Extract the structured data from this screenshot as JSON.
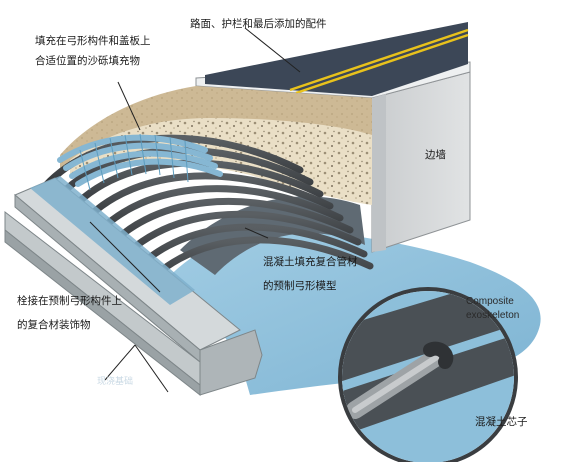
{
  "labels": {
    "fill_line1": "填充在弓形构件和盖板上",
    "fill_line2": "合适位置的沙砾填充物",
    "road": "路面、护栏和最后添加的配件",
    "wall": "边墙",
    "concrete_line1": "混凝土填充复合管材",
    "concrete_line2": "的预制弓形模型",
    "bolted_line1": "栓接在预制弓形构件上",
    "bolted_line2": "的复合材装饰物",
    "footing": "现浇基础",
    "composite_line1": "Composite",
    "composite_line2": "exoskeleton",
    "core": "混凝土芯子"
  },
  "colors": {
    "water": "#8fc1dc",
    "road": "#3b4656",
    "stripe": "#e8c21c",
    "wall": "#d7d9db",
    "gravel": "#e8ddc3",
    "tube": "#3d4043",
    "exposed_tube": "#86b7d3",
    "concrete_base": "#bfc6c9"
  }
}
